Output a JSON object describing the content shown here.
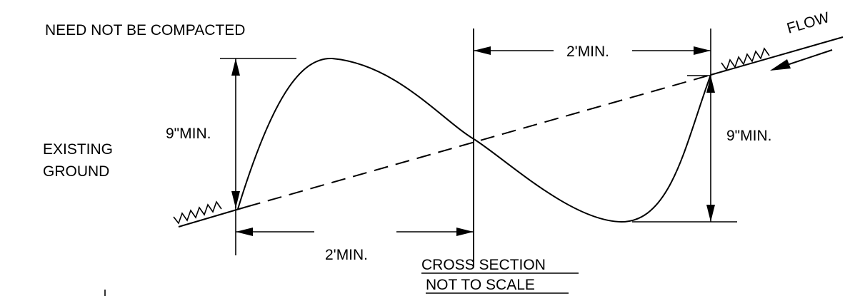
{
  "labels": {
    "need_not_compacted": "NEED NOT BE COMPACTED",
    "existing_ground_line1": "EXISTING",
    "existing_ground_line2": "GROUND",
    "flow": "FLOW",
    "dim_top": "2'MIN.",
    "dim_bottom": "2'MIN.",
    "dim_left_height": "9\"MIN.",
    "dim_right_height": "9\"MIN.",
    "section_title": "CROSS SECTION",
    "section_subtitle": "NOT TO SCALE"
  }
}
